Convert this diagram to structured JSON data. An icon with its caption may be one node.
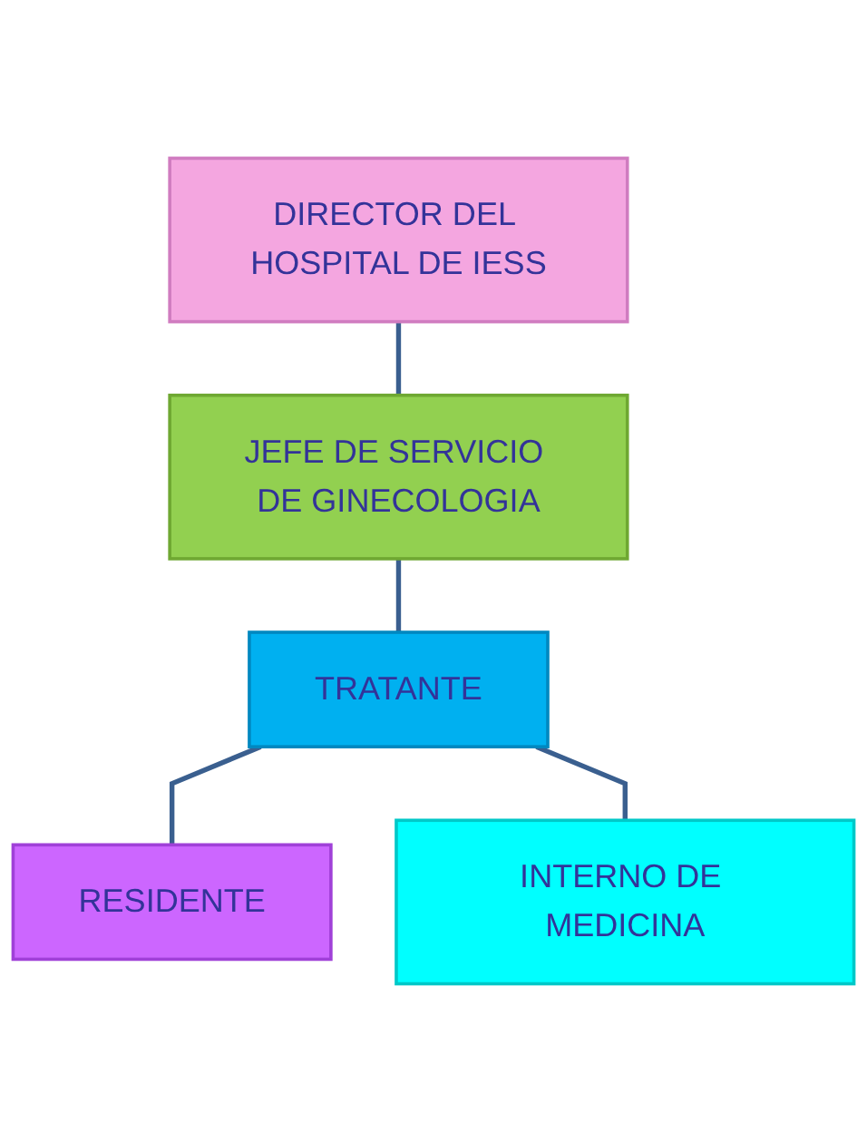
{
  "diagram": {
    "nodes": [
      {
        "text": [
          "DIRECTOR DEL HOSPITAL DE IESS"
        ]
      },
      {
        "text": [
          "JEFE DE SERVICIO DE GINECOLOGIA"
        ]
      },
      {
        "text": [
          "TRATANTE"
        ]
      },
      {
        "text": [
          "RESIDENTE"
        ]
      },
      {
        "text": [
          "INTERNO DE MEDICINA"
        ]
      }
    ],
    "edges": [
      {
        "from": 0,
        "to": 1,
        "arrow": "none"
      },
      {
        "from": 1,
        "to": 2,
        "arrow": "none"
      },
      {
        "from": 2,
        "to": 3,
        "arrow": "none"
      },
      {
        "from": 2,
        "to": 4,
        "arrow": "none"
      }
    ]
  }
}
